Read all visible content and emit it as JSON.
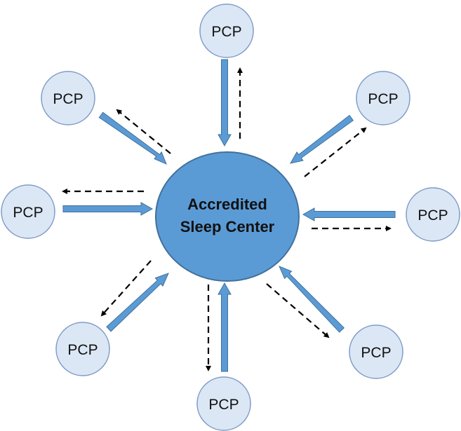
{
  "center": {
    "line1": "Accredited",
    "line2": "Sleep Center"
  },
  "nodes": [
    {
      "id": "top",
      "label": "PCP"
    },
    {
      "id": "top-right",
      "label": "PCP"
    },
    {
      "id": "right",
      "label": "PCP"
    },
    {
      "id": "bottom-right",
      "label": "PCP"
    },
    {
      "id": "bottom",
      "label": "PCP"
    },
    {
      "id": "bottom-left",
      "label": "PCP"
    },
    {
      "id": "left",
      "label": "PCP"
    },
    {
      "id": "top-left",
      "label": "PCP"
    }
  ],
  "colors": {
    "center_fill": "#5b9bd5",
    "center_stroke": "#41719c",
    "node_fill": "#dce7f5",
    "node_stroke": "#7f9cc7",
    "solid_arrow": "#5b9bd5",
    "solid_arrow_stroke": "#41719c",
    "dashed_arrow": "#000000"
  }
}
